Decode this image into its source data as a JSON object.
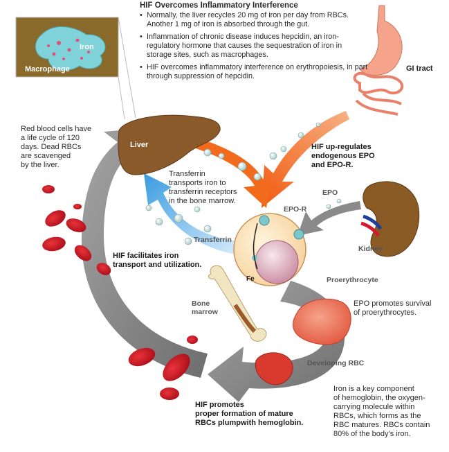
{
  "info_box": {
    "title": "HIF Overcomes Inflammatory Interference",
    "bullets": [
      "Normally, the liver recycles 20 mg of iron per day from RBCs. Another 1 mg of iron is absorbed through the gut.",
      "Inflammation of chronic disease induces hepcidin, an iron-regulatory hormone that causes the sequestration of iron in storage sites, such as macrophages.",
      "HIF overcomes inflammatory interference on erythropoiesis, in part through suppression of hepcidin."
    ]
  },
  "labels": {
    "macrophage": "Macrophage",
    "iron": "Iron",
    "gi_tract": "GI tract",
    "liver": "Liver",
    "kidney": "Kidney",
    "epo": "EPO",
    "epo_r": "EPO-R",
    "transferrin": "Transferrin",
    "fe": "Fe",
    "proerythrocyte": "Proerythrocyte",
    "bone_marrow_line1": "Bone",
    "bone_marrow_line2": "marrow",
    "developing_rbc": "Developing RBC"
  },
  "notes": {
    "rbc_lifecycle": [
      "Red blood cells have",
      "a life cycle of 120",
      "days. Dead RBCs",
      "are scavenged",
      "by the liver."
    ],
    "hif_upregulates": [
      "HIF up-regulates",
      "endogenous EPO",
      "and EPO-R."
    ],
    "transferrin_transport": [
      "Transferrin",
      "transports iron to",
      "transferrin receptors",
      "in the bone marrow."
    ],
    "hif_facilitates": [
      "HIF facilitates iron",
      "transport and utilization."
    ],
    "epo_promotes": [
      "EPO promotes survival",
      "of proerythrocytes."
    ],
    "hif_promotes": [
      "HIF promotes",
      "proper formation of mature",
      "RBCs plumpwith hemoglobin."
    ],
    "iron_component": [
      "Iron is a key component",
      "of hemoglobin, the oxygen-",
      "carrying molecule within",
      "RBCs, which forms as the",
      "RBC matures. RBCs contain",
      "80% of the body’s iron."
    ]
  },
  "colors": {
    "liver": "#8b5a2b",
    "kidney": "#8a5a24",
    "rbc": "#c8102e",
    "gray_arrow": "#7a7a7a",
    "orange_arrow": "#f26a1b",
    "blue_arrow": "#6fb6e8",
    "macrophage_bg": "#8a6a2a",
    "gi_tract": "#f5a38a"
  }
}
